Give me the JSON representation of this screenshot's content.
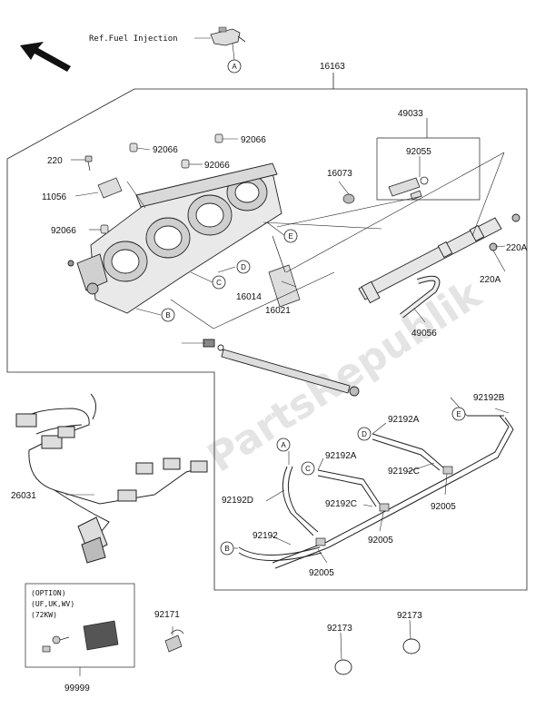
{
  "ref_label": "Ref.Fuel Injection",
  "watermark": "PartsRepublik",
  "parts": {
    "p16163": "16163",
    "p49033": "49033",
    "p92055": "92055",
    "p16073": "16073",
    "p220": "220",
    "p92066a": "92066",
    "p92066b": "92066",
    "p92066c": "92066",
    "p92066d": "92066",
    "p11056": "11056",
    "p220A_1": "220A",
    "p220A_2": "220A",
    "p16014": "16014",
    "p16021": "16021",
    "p49056": "49056",
    "p26031": "26031",
    "p92192B": "92192B",
    "p92192A_1": "92192A",
    "p92192A_2": "92192A",
    "p92192C_1": "92192C",
    "p92192C_2": "92192C",
    "p92192D": "92192D",
    "p92192": "92192",
    "p92005_1": "92005",
    "p92005_2": "92005",
    "p92005_3": "92005",
    "p92171": "92171",
    "p92173_1": "92173",
    "p92173_2": "92173",
    "p99999": "99999"
  },
  "callouts": {
    "A": "A",
    "B": "B",
    "C": "C",
    "D": "D",
    "E": "E"
  },
  "option_box": {
    "line1": "(OPTION)",
    "line2": "(UF,UK,WV)",
    "line3": "(72KW)"
  }
}
